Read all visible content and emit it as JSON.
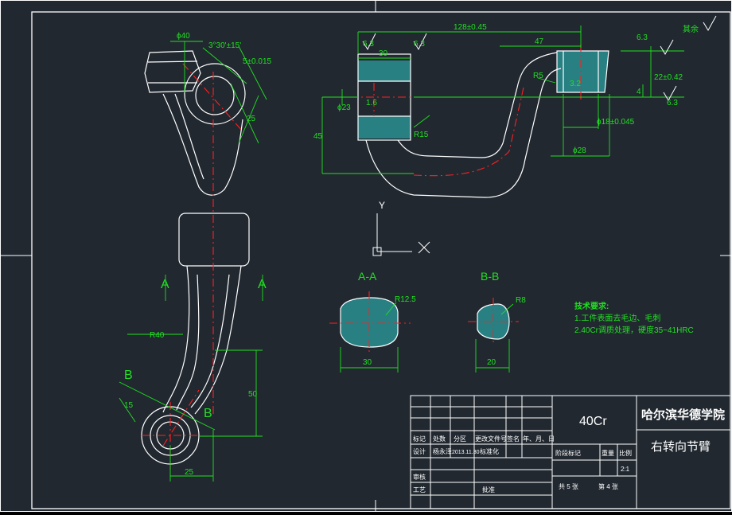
{
  "colors": {
    "background": "#212830",
    "outline": "#ffffff",
    "dimension": "#21e021",
    "centerline": "#ff2020",
    "hatch": "#2fc9c9",
    "title_block": "#ffffff"
  },
  "dims": {
    "phi40": "ϕ40",
    "angle": "3°30'±15'",
    "d5": "5±0.015",
    "d25": "25",
    "r40": "R40",
    "d15": "15",
    "d50": "50",
    "d25b": "25",
    "d128": "128±0.45",
    "d47": "47",
    "d30": "30",
    "r6": "6.3",
    "r6b": "6.3",
    "r6c": "6.3",
    "r6d": "6.3",
    "phi23": "ϕ23",
    "r16": "1.6",
    "r15": "R15",
    "d45": "45",
    "r5": "R5",
    "r32": "3.2",
    "phi18": "ϕ18±0.045",
    "phi28": "ϕ28",
    "d22": "22±0.42",
    "d4": "4",
    "r12_5": "R12.5",
    "r8": "R8",
    "sec30": "30",
    "sec20": "20",
    "rest": "其余"
  },
  "labels": {
    "a_left": "A",
    "a_right": "A",
    "b_upper": "B",
    "b_lower": "B",
    "section_aa": "A-A",
    "section_bb": "B-B",
    "axis_y": "Y",
    "axis_x": "X"
  },
  "notes": {
    "title": "技术要求:",
    "line1": "1.工件表面去毛边、毛刺",
    "line2": "2.40Cr调质处理，硬度35~41HRC"
  },
  "title_block": {
    "material": "40Cr",
    "school": "哈尔滨华德学院",
    "part_name": "右转向节臂",
    "h_mark": "标记",
    "h_count": "处数",
    "h_zone": "分区",
    "h_docno": "更改文件号",
    "h_sign": "签名",
    "h_date": "年、月、日",
    "design": "设计",
    "designer": "杨永泽",
    "design_date": "2013.11.30",
    "standard": "标准化",
    "stage": "阶段标记",
    "weight": "重量",
    "scale_label": "比例",
    "scale": "2:1",
    "review": "审核",
    "process": "工艺",
    "approve": "批准",
    "total": "共 5 张",
    "sheet": "第 4 张"
  }
}
